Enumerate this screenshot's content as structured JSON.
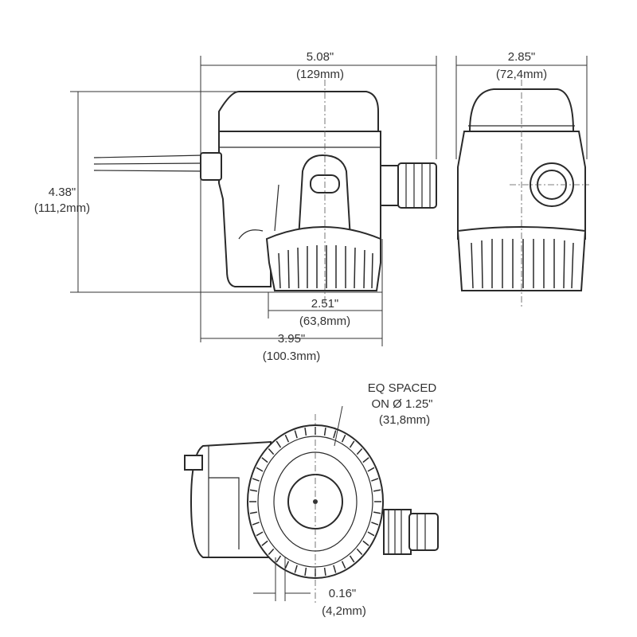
{
  "dimensions": {
    "overall_length": {
      "in": "5.08\"",
      "mm": "(129mm)"
    },
    "side_width": {
      "in": "2.85\"",
      "mm": "(72,4mm)"
    },
    "height": {
      "in": "4.38\"",
      "mm": "(111,2mm)"
    },
    "base_length": {
      "in": "2.51\"",
      "mm": "(63,8mm)"
    },
    "body_length": {
      "in": "3.95\"",
      "mm": "(100.3mm)"
    },
    "slot_width": {
      "in": "0.16\"",
      "mm": "(4,2mm)"
    }
  },
  "note": {
    "line1": "EQ SPACED",
    "line2": "ON Ø 1.25\"",
    "line3": "(31,8mm)"
  }
}
